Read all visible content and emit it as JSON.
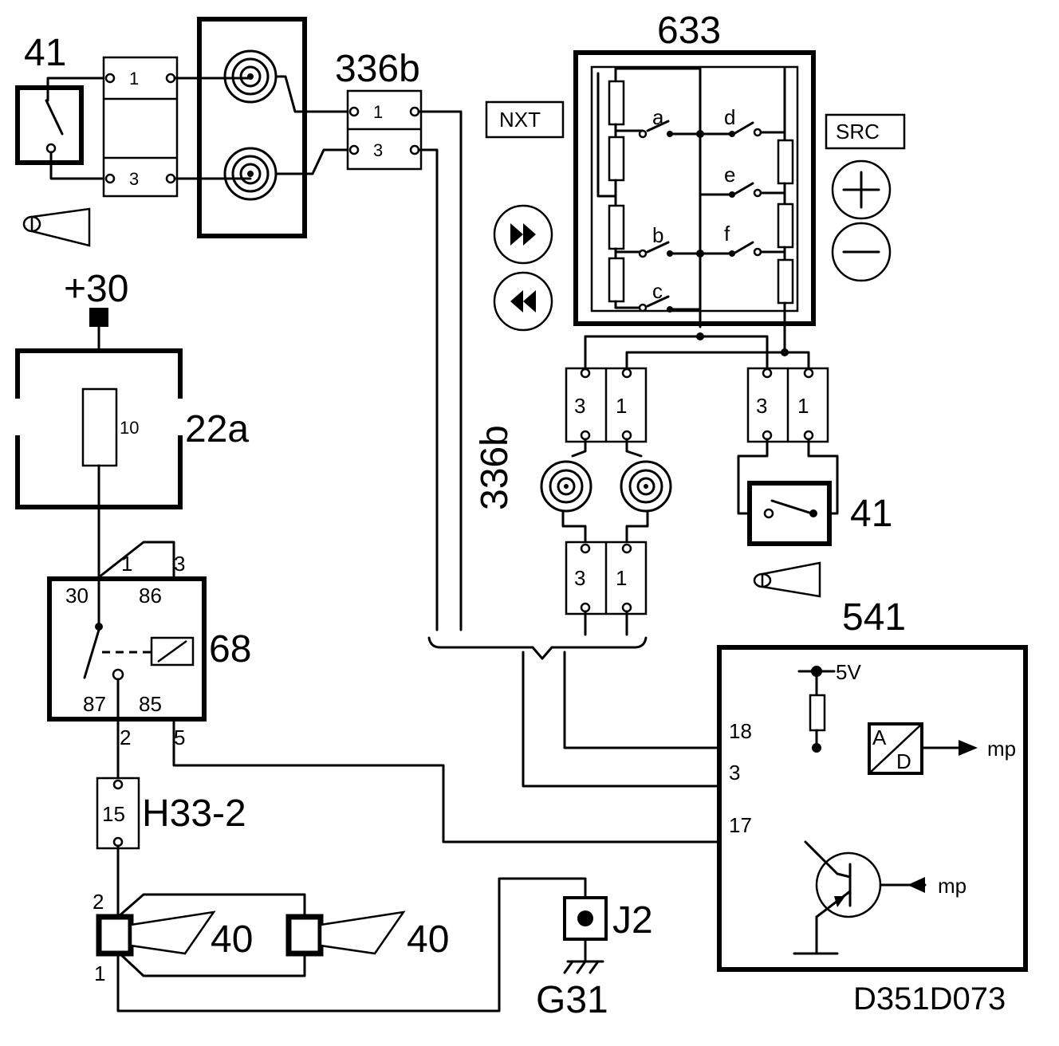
{
  "labels": {
    "horn_switch_top": "41",
    "horn_switch_right": "41",
    "connector_336b_top": "336b",
    "connector_336b_side": "336b",
    "steering_switch": "633",
    "nxt": "NXT",
    "src": "SRC",
    "plus30": "+30",
    "fuse_box": "22a",
    "fuse_value": "10",
    "relay": "68",
    "connector_h33": "H33-2",
    "connector_h33_pin": "15",
    "horn_a": "40",
    "horn_b": "40",
    "ground_point": "J2",
    "ground_label": "G31",
    "ecu": "541",
    "supply_5v": "5V",
    "ad_a": "A",
    "ad_d": "D",
    "mp_1": "mp",
    "mp_2": "mp",
    "drawing_code": "D351D073"
  },
  "switch_contacts": [
    "a",
    "b",
    "c",
    "d",
    "e",
    "f"
  ],
  "pins": {
    "top_connector_1": "1",
    "top_connector_3": "3",
    "c336b_1": "1",
    "c336b_3": "3",
    "col_left_upper_3": "3",
    "col_left_upper_1": "1",
    "col_right_upper_3": "3",
    "col_right_upper_1": "1",
    "col_left_lower_3": "3",
    "col_left_lower_1": "1",
    "relay_30": "30",
    "relay_86": "86",
    "relay_87": "87",
    "relay_85": "85",
    "relay_in_1": "1",
    "relay_in_3": "3",
    "relay_out_2": "2",
    "relay_out_5": "5",
    "horn_pin_2": "2",
    "horn_pin_1": "1",
    "ecu_18": "18",
    "ecu_3": "3",
    "ecu_17": "17"
  }
}
